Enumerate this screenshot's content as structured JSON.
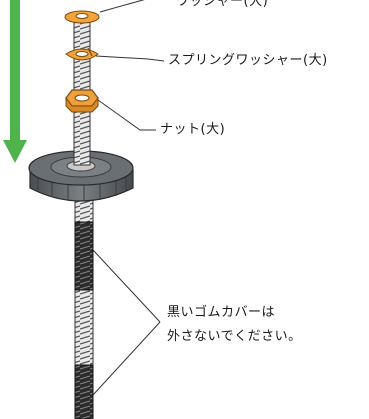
{
  "labels": {
    "washer": "ワッシャー(大)",
    "spring_washer": "スプリングワッシャー(大)",
    "nut": "ナット(大)",
    "note_line1": "黒いゴムカバーは",
    "note_line2": "外さないでください。"
  },
  "colors": {
    "arrow": "#4db34a",
    "washer": "#f2a43a",
    "nut": "#f0a03a",
    "knob": "#5d6266",
    "rubber_cover": "#2a2a2a"
  },
  "icons": {
    "direction": "down-arrow-icon"
  }
}
